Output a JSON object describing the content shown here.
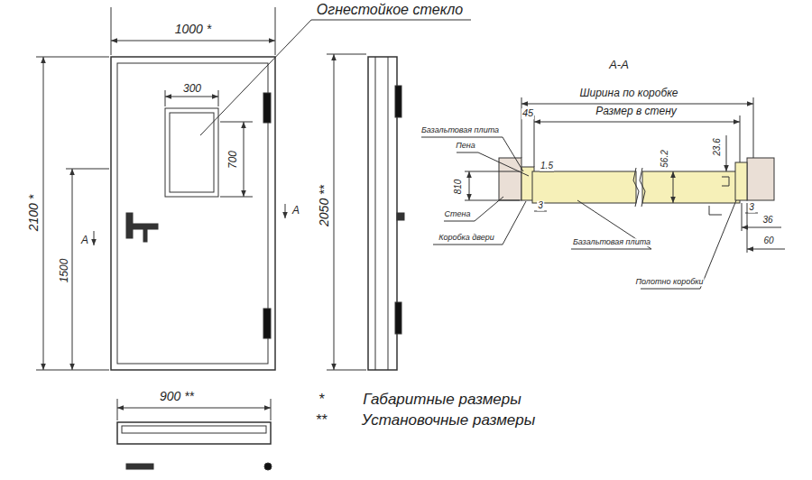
{
  "diagram": {
    "labels": [
      "1000 *",
      "Огнестойкое стекло",
      "300",
      "700",
      "2100 *",
      "1500",
      "A",
      "A",
      "2050 **",
      "900 **",
      "*",
      "Габаритные размеры",
      "**",
      "Установочные размеры",
      "А-А",
      "Ширина по коробке",
      "45",
      "Размер в стену",
      "Базальтовая плита",
      "Пена",
      "1.5",
      "810",
      "Стена",
      "3",
      "Коробка двери",
      "Базальтовая плита",
      "56.2",
      "23.6",
      "3",
      "36",
      "60",
      "Полотно коробки"
    ]
  }
}
